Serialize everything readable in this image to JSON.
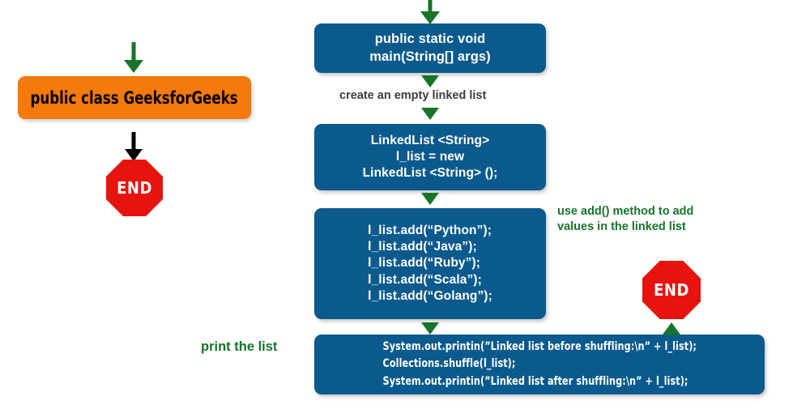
{
  "diagram": {
    "title": "Java LinkedList shuffle flowchart",
    "colors": {
      "process_blue": "#0b5a8e",
      "class_orange": "#f5790b",
      "end_red": "#e8130d",
      "arrow_green": "#17742a",
      "label_gray": "#3d3d3d",
      "text_white": "#ffffff",
      "text_black": "#000000",
      "background": "#ffffff"
    }
  },
  "left_branch": {
    "class_box": {
      "text": "public class GeeksforGeeks"
    },
    "end_node": {
      "text": "END"
    },
    "arrow_into_class": "arrow-down-green",
    "arrow_into_end": "arrow-down-black"
  },
  "main_branch": {
    "entry_arrow": "arrow-down-green",
    "boxes": [
      {
        "id": "main-method",
        "text": "public static void\nmain(String[] args)"
      },
      {
        "id": "create-list",
        "text": "LinkedList <String>\nl_list = new\nLinkedList <String> ();"
      },
      {
        "id": "add-values",
        "text": "l_list.add(“Python”);\nl_list.add(“Java”);\nl_list.add(“Ruby”);\nl_list.add(“Scala”);\nl_list.add(“Golang”);"
      },
      {
        "id": "print-shuffle",
        "text": "System.out.printin(”Linked list before shuffling:\\n” + l_list);\nCollections.shuffle(l_list);\nSystem.out.printin(”Linked list after shuffling:\\n” + l_list);"
      }
    ],
    "end_node": {
      "text": "END"
    }
  },
  "annotations": [
    {
      "id": "create-empty",
      "text": "create an empty linked list",
      "style": "gray"
    },
    {
      "id": "use-add",
      "text": "use add() method to add\nvalues in the linked list",
      "style": "green"
    },
    {
      "id": "print-the-list",
      "text": "print the list",
      "style": "green"
    }
  ]
}
